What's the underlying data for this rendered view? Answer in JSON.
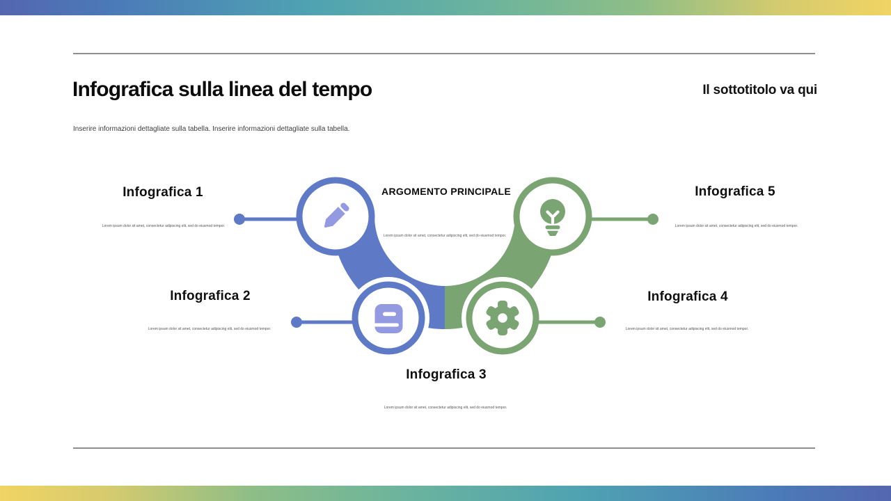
{
  "header": {
    "title": "Infografica sulla linea del tempo",
    "subtitle": "Il sottotitolo va qui",
    "description": "Inserire informazioni dettagliate sulla tabella. Inserire informazioni dettagliate sulla tabella."
  },
  "diagram": {
    "center_heading": "ARGOMENTO PRINCIPALE",
    "center_text": "Lorem ipsum dolor sit amet, consectetur adipiscing elit, sed do eiusmod tempor.",
    "items": [
      {
        "label": "Infografica 1",
        "text": "Lorem ipsum dolor sit amet, consectetur adipiscing elit, sed do eiusmod tempor.",
        "icon": "pencil-icon",
        "color": "#5e79c5"
      },
      {
        "label": "Infografica 2",
        "text": "Lorem ipsum dolor sit amet, consectetur adipiscing elit, sed do eiusmod tempor.",
        "icon": "book-icon",
        "color": "#5e79c5"
      },
      {
        "label": "Infografica 3",
        "text": "Lorem ipsum dolor sit amet, consectetur adipiscing elit, sed do eiusmod tempor.",
        "icon": null,
        "color": "#5e79c5"
      },
      {
        "label": "Infografica 4",
        "text": "Lorem ipsum dolor sit amet, consectetur adipiscing elit, sed do eiusmod tempor.",
        "icon": "gear-icon",
        "color": "#7aa572"
      },
      {
        "label": "Infografica 5",
        "text": "Lorem ipsum dolor sit amet, consectetur adipiscing elit, sed do eiusmod tempor.",
        "icon": "lightbulb-icon",
        "color": "#7aa572"
      }
    ]
  },
  "colors": {
    "blue": "#5e79c5",
    "green": "#7aa572",
    "icon_lavender": "#949ae2",
    "rule_gray": "#8e8e8e",
    "gradient": [
      "#5566b1",
      "#4b79b8",
      "#4fa3b2",
      "#6cb49d",
      "#8fbe86",
      "#d6cb6e",
      "#f1d463"
    ]
  }
}
